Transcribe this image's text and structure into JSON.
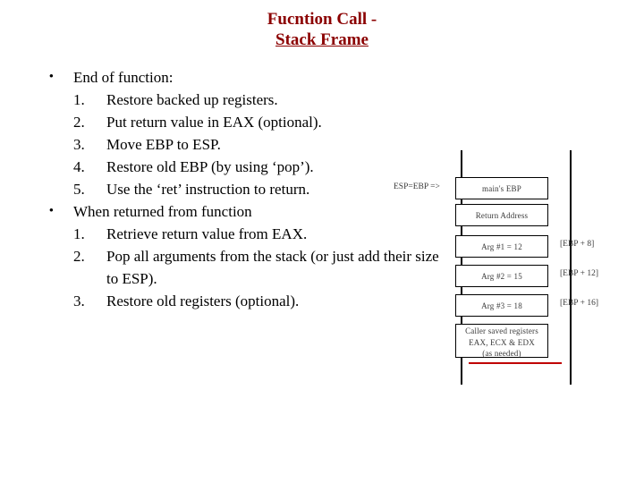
{
  "title": {
    "line1": "Fucntion Call -",
    "line2": "Stack Frame"
  },
  "content": {
    "bullets": [
      {
        "marker": "•",
        "heading": "End of function:",
        "items": [
          {
            "num": "1.",
            "text": "Restore backed up registers."
          },
          {
            "num": "2.",
            "text": "Put return value in EAX (optional)."
          },
          {
            "num": "3.",
            "text": "Move EBP to ESP."
          },
          {
            "num": "4.",
            "text": "Restore old EBP (by using ‘pop’)."
          },
          {
            "num": "5.",
            "text": "Use the ‘ret’ instruction to return."
          }
        ]
      },
      {
        "marker": "•",
        "heading": "When returned from function",
        "items": [
          {
            "num": "1.",
            "text": "Retrieve return value from EAX."
          },
          {
            "num": "2.",
            "text": "Pop all arguments from the stack (or just add their size to ESP)."
          },
          {
            "num": "3.",
            "text": "Restore old registers (optional)."
          }
        ]
      }
    ]
  },
  "diagram": {
    "esp_ebp_label": "ESP=EBP =>",
    "cells": [
      {
        "name": "main-ebp",
        "lines": [
          "main's EBP"
        ]
      },
      {
        "name": "return-address",
        "lines": [
          "Return Address"
        ]
      },
      {
        "name": "arg-1",
        "lines": [
          "Arg #1 = 12"
        ]
      },
      {
        "name": "arg-2",
        "lines": [
          "Arg #2 = 15"
        ]
      },
      {
        "name": "arg-3",
        "lines": [
          "Arg #3 = 18"
        ]
      },
      {
        "name": "caller-saved-registers",
        "lines": [
          "Caller saved registers",
          "EAX, ECX & EDX",
          "(as needed)"
        ]
      }
    ],
    "offsets": [
      {
        "name": "ebp-plus-8",
        "text": "[EBP + 8]"
      },
      {
        "name": "ebp-plus-12",
        "text": "[EBP + 12]"
      },
      {
        "name": "ebp-plus-16",
        "text": "[EBP + 16]"
      }
    ],
    "accent_color": "#c00000"
  }
}
